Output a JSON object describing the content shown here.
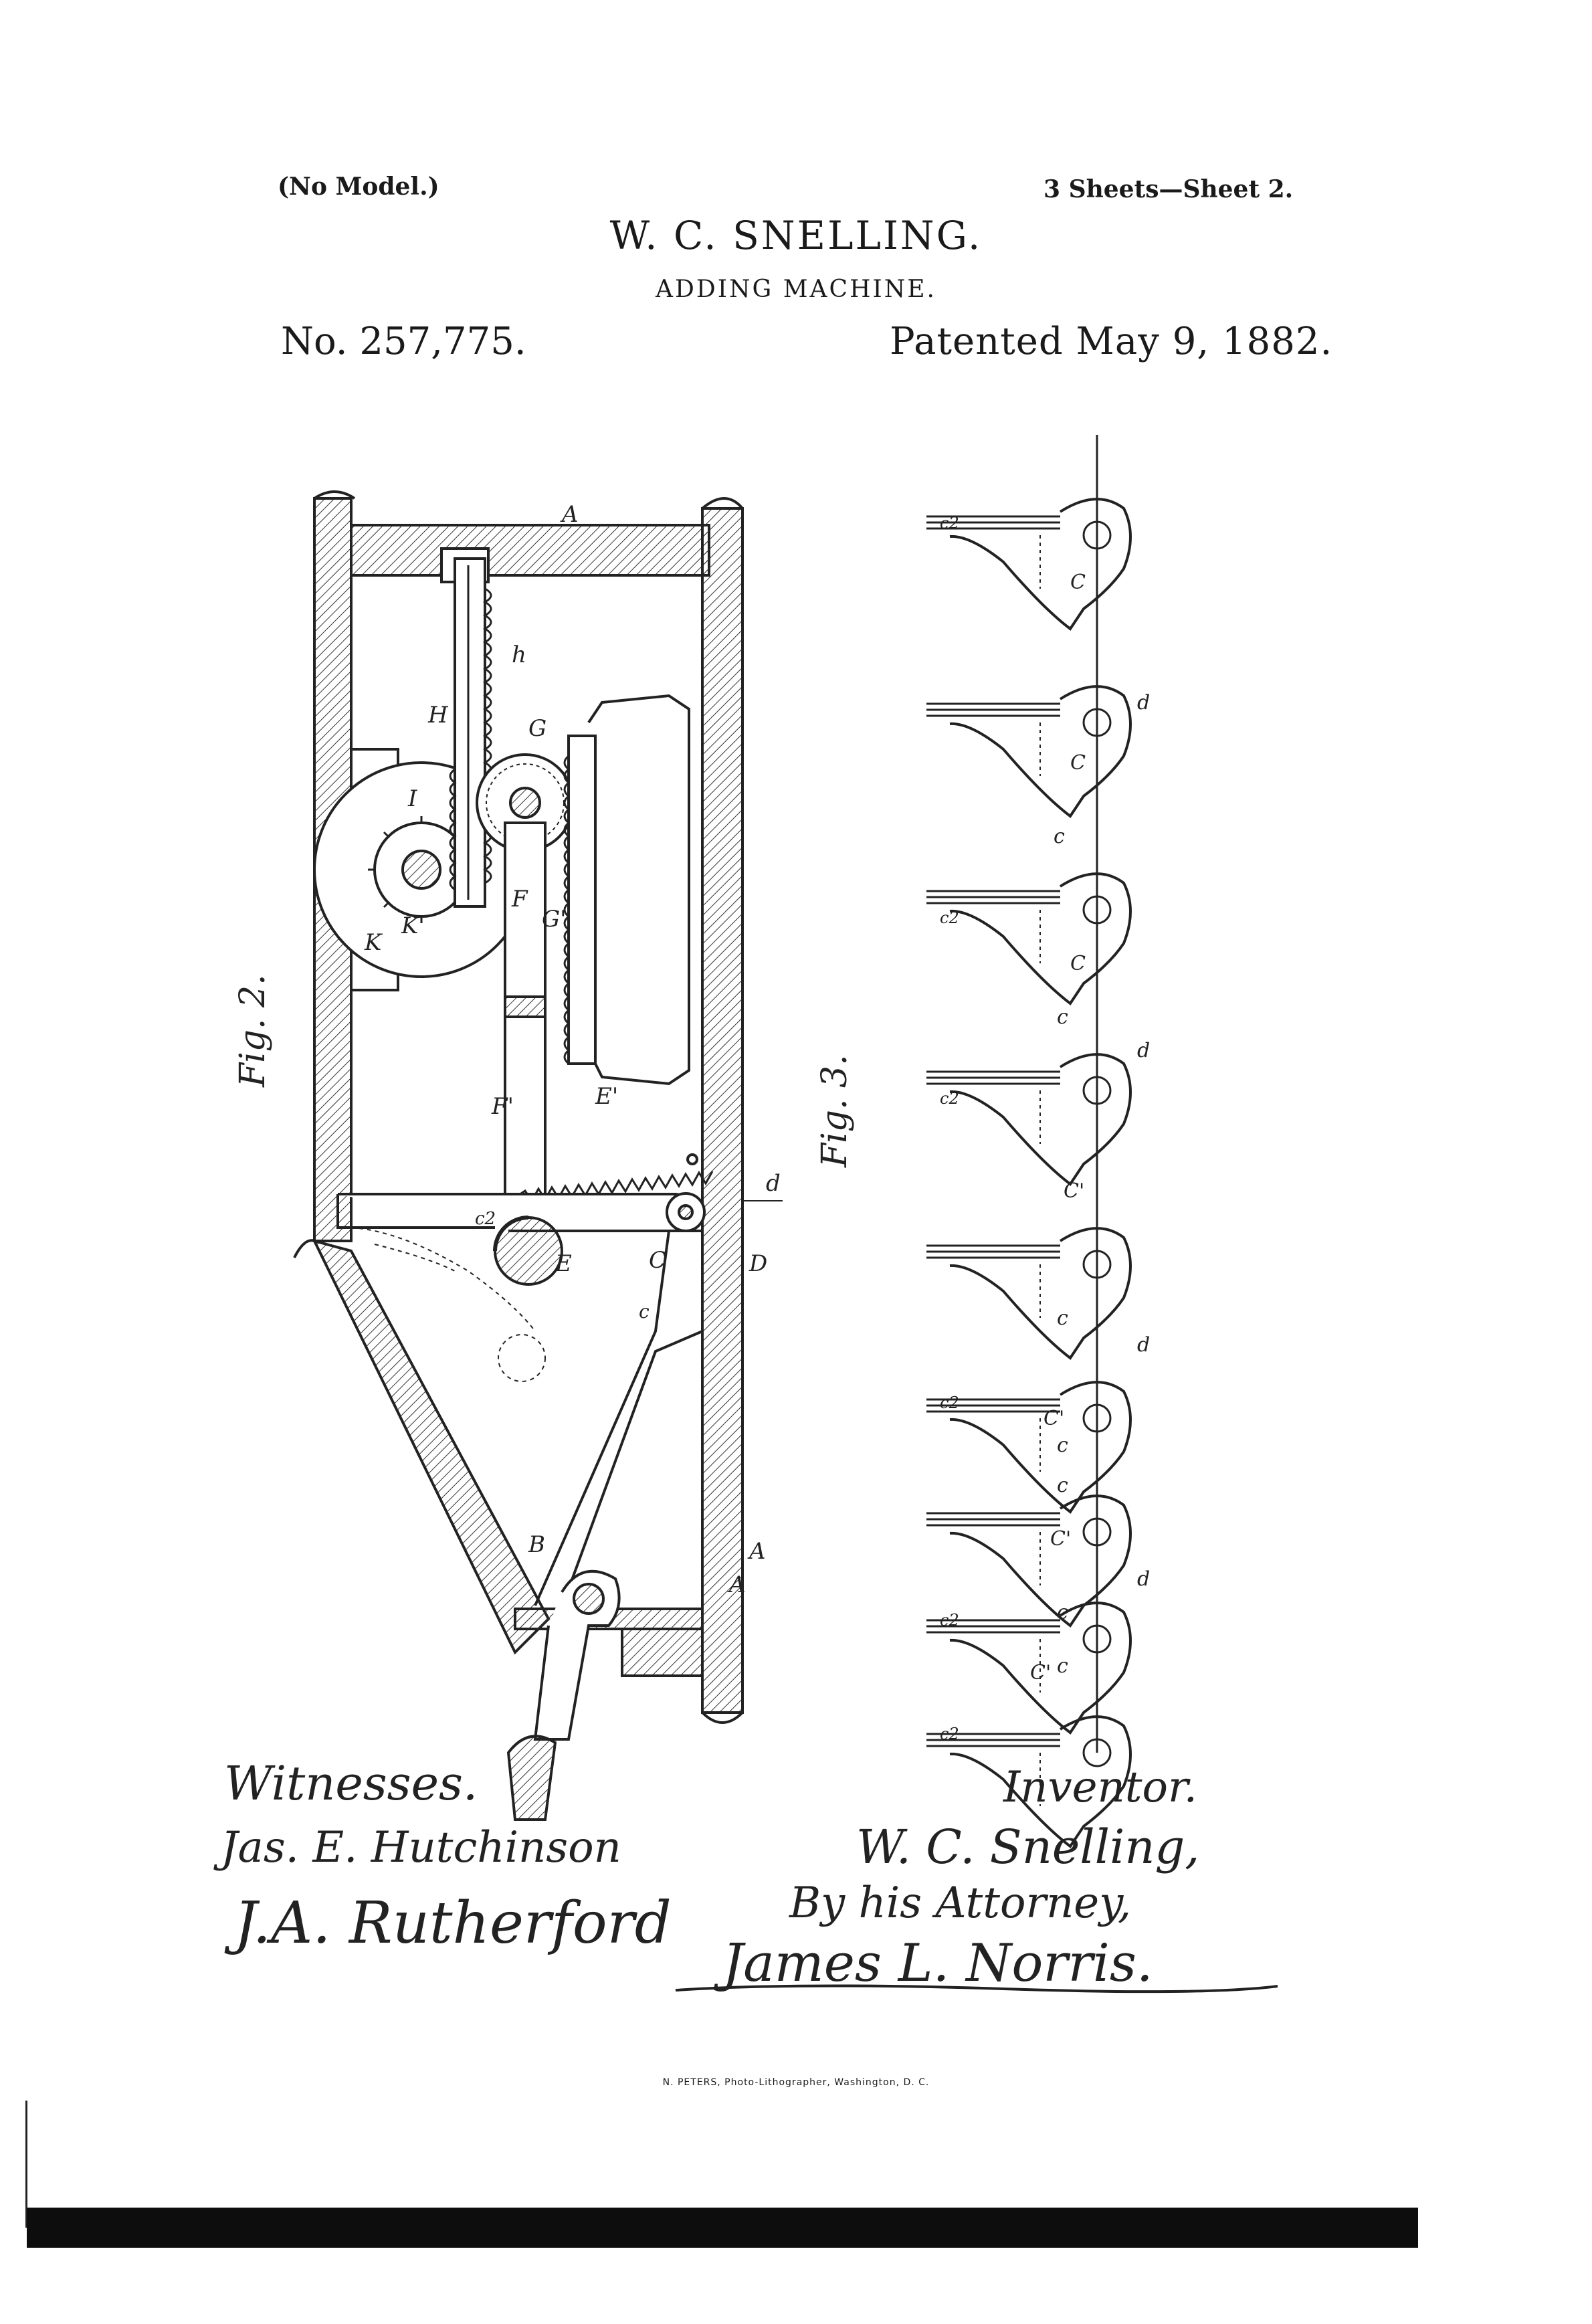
{
  "header": {
    "no_model": "(No Model.)",
    "sheets": "3 Sheets—Sheet 2.",
    "inventor": "W. C. SNELLING.",
    "title": "ADDING MACHINE.",
    "patent_number": "No. 257,775.",
    "patented": "Patented May 9, 1882."
  },
  "figures": {
    "fig2": {
      "label": "Fig. 2.",
      "letters": [
        "A",
        "A",
        "H",
        "h",
        "G",
        "I",
        "K",
        "K",
        "F",
        "G'",
        "F'",
        "E'",
        "c2",
        "E",
        "C",
        "c",
        "D",
        "d",
        "B",
        "A"
      ]
    },
    "fig3": {
      "label": "Fig. 3.",
      "letters": [
        "c2",
        "C",
        "d",
        "C",
        "c",
        "c2",
        "C",
        "c",
        "d",
        "c2",
        "C'",
        "c",
        "C'",
        "c",
        "d",
        "c2",
        "C'",
        "c",
        "c",
        "d",
        "c2",
        "C'",
        "c",
        "c2"
      ]
    }
  },
  "signatures": {
    "witnesses_label": "Witnesses.",
    "witness_1": "Jas. E. Hutchinson",
    "witness_2": "J.A. Rutherford",
    "inventor_label": "Inventor.",
    "inventor_signature": "W. C. Snelling,",
    "attorney_line": "By his Attorney,",
    "attorney_signature": "James L. Norris."
  },
  "footer": {
    "lithographer": "N. PETERS, Photo-Lithographer, Washington, D. C."
  }
}
